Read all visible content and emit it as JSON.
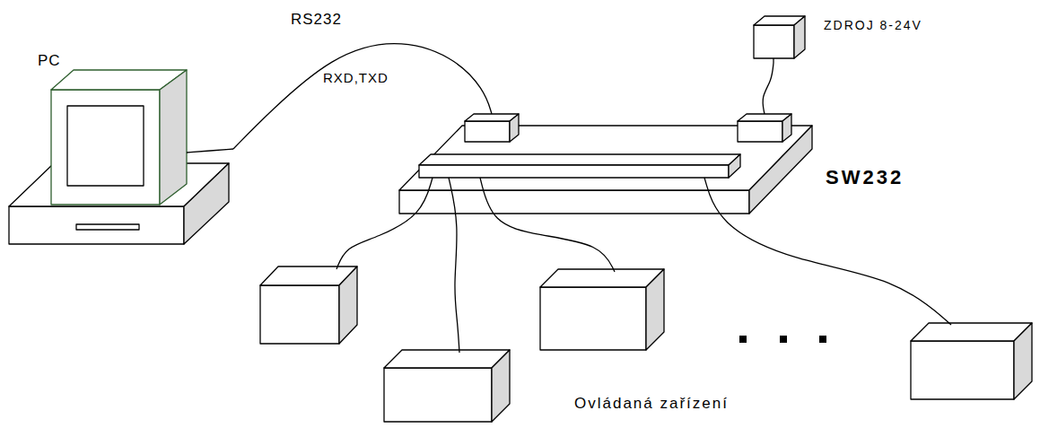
{
  "diagram": {
    "nodes": [
      {
        "text": [
          "PC"
        ]
      },
      {
        "text": [
          "SW232"
        ]
      },
      {
        "text": [
          "ZDROJ 8-24V"
        ]
      }
    ],
    "edges": [
      {
        "from": 0,
        "to": 1,
        "arrow": "none",
        "label": "RS232"
      },
      {
        "from": 2,
        "to": 1,
        "arrow": "none"
      }
    ],
    "labels": [
      "RXD,TXD",
      "Ovládaná zařízení"
    ]
  }
}
